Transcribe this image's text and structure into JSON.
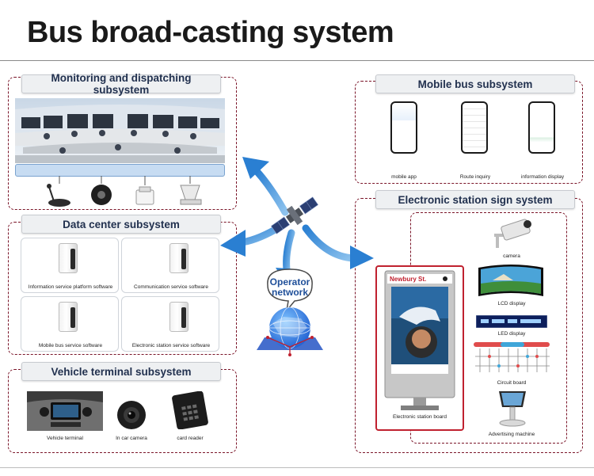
{
  "page_title": "Bus broad-casting system",
  "subsystems": {
    "monitoring": {
      "title": "Monitoring and dispatching subsystem"
    },
    "data_center": {
      "title": "Data center subsystem",
      "items": [
        "Information service platform software",
        "Communication service software",
        "Mobile bus service software",
        "Electronic station service software"
      ]
    },
    "vehicle_terminal": {
      "title": "Vehicle terminal subsystem",
      "items": [
        "Vehicle terminal",
        "In car camera",
        "card reader"
      ]
    },
    "mobile_bus": {
      "title": "Mobile bus subsystem",
      "items": [
        "mobile app",
        "Route inquiry",
        "information display"
      ]
    },
    "station_sign": {
      "title": "Electronic station sign system",
      "board_label": "Electronic station board",
      "board_screen_header": "Newbury St.",
      "items": [
        "camera",
        "LCD display",
        "LED display",
        "Circuit board",
        "Advertising machine"
      ]
    }
  },
  "center": {
    "operator_network_line1": "Operator",
    "operator_network_line2": "network"
  },
  "colors": {
    "panel_border": "#7a1428",
    "arrow_blue": "#2f86d6",
    "tab_bg": "#eef0f2",
    "tab_text": "#22314f"
  }
}
